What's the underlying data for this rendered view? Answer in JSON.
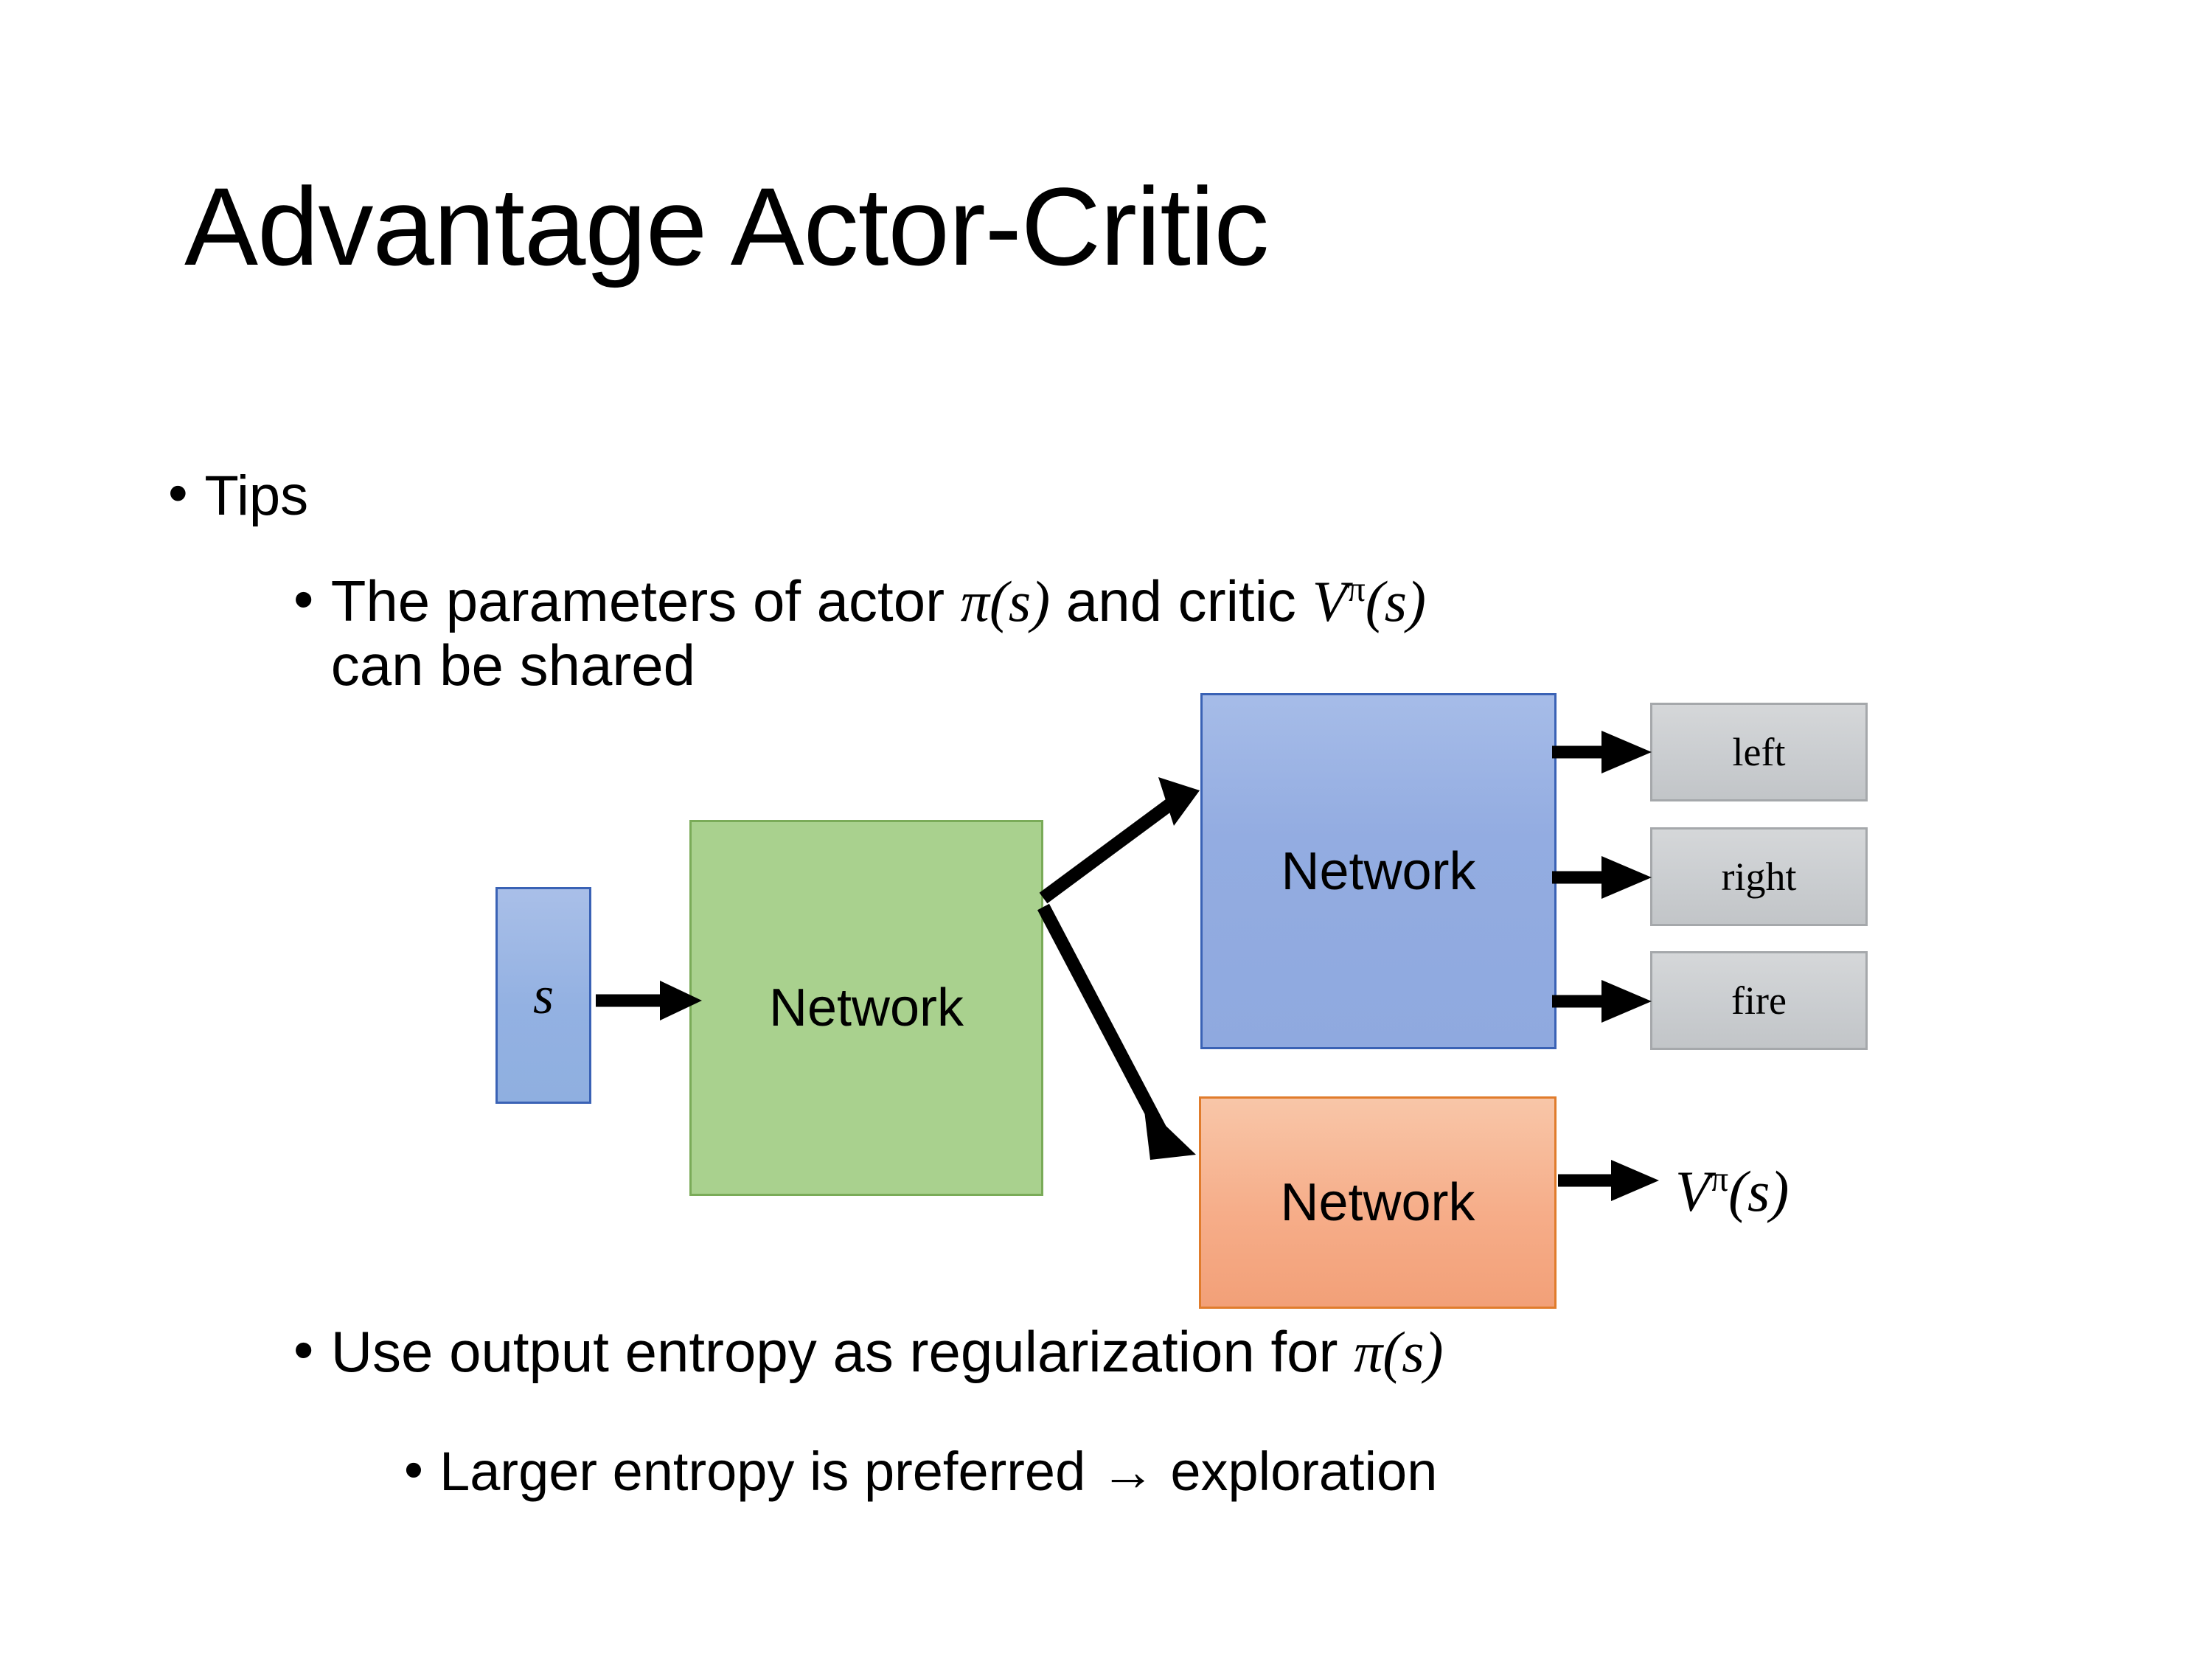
{
  "slide": {
    "title": "Advantage Actor-Critic",
    "background_color": "#ffffff",
    "text_color": "#000000"
  },
  "bullets": {
    "tips": {
      "marker": "•",
      "text": "Tips"
    },
    "parameters": {
      "marker": "•",
      "text_before_pi": "The parameters of actor ",
      "pi_of_s": "π(s)",
      "text_between": "  and critic ",
      "v_pi": "V",
      "v_pi_sup": "π",
      "v_pi_arg": "(s)",
      "text_line2": "can be shared"
    },
    "entropy": {
      "marker": "•",
      "text_before_pi": "Use output entropy as regularization for ",
      "pi_of_s": "π(s)"
    },
    "larger_entropy": {
      "marker": "•",
      "text": "Larger entropy is preferred → exploration"
    }
  },
  "diagram": {
    "input_state": {
      "label": "s",
      "fill": "#93b1e2",
      "border": "#3a62b5"
    },
    "shared_network": {
      "label": "Network",
      "fill": "#a9d18e",
      "border": "#7aab58"
    },
    "actor_network": {
      "label": "Network",
      "fill": "#93ace1",
      "border": "#3a62b5"
    },
    "critic_network": {
      "label": "Network",
      "fill": "#f6ad89",
      "border": "#e07c2c"
    },
    "actions": [
      {
        "label": "left",
        "fill": "#cacdd0",
        "border": "#a5a8ab"
      },
      {
        "label": "right",
        "fill": "#cacdd0",
        "border": "#a5a8ab"
      },
      {
        "label": "fire",
        "fill": "#cacdd0",
        "border": "#a5a8ab"
      }
    ],
    "critic_output": {
      "symbol": "V",
      "superscript": "π",
      "argument": "(s)"
    },
    "arrows": [
      {
        "name": "state-to-shared",
        "from": "input_state",
        "to": "shared_network"
      },
      {
        "name": "shared-to-actor",
        "from": "shared_network",
        "to": "actor_network"
      },
      {
        "name": "shared-to-critic",
        "from": "shared_network",
        "to": "critic_network"
      },
      {
        "name": "actor-to-left",
        "from": "actor_network",
        "to": "left"
      },
      {
        "name": "actor-to-right",
        "from": "actor_network",
        "to": "right"
      },
      {
        "name": "actor-to-fire",
        "from": "actor_network",
        "to": "fire"
      },
      {
        "name": "critic-to-value",
        "from": "critic_network",
        "to": "critic_output"
      }
    ],
    "arrow_color": "#000000"
  }
}
